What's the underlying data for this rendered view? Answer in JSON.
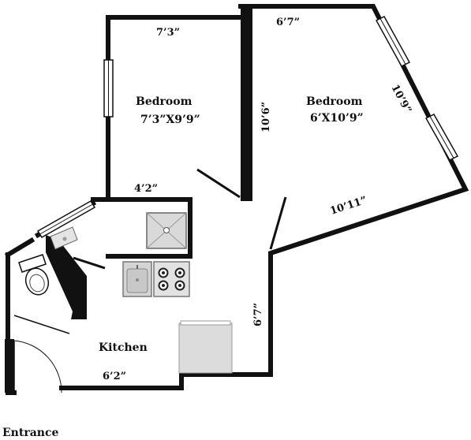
{
  "rooms": {
    "bedroom_left": {
      "name": "Bedroom",
      "size": "7’3”X9’9”"
    },
    "bedroom_right": {
      "name": "Bedroom",
      "size": "6’X10’9”"
    },
    "kitchen": {
      "name": "Kitchen"
    }
  },
  "dimensions": {
    "left_bedroom_top": "7’3”",
    "right_bedroom_top": "6’7”",
    "right_bedroom_left": "10’6”",
    "right_bedroom_diagonal": "10’9”",
    "right_bedroom_bottom": "10’11”",
    "hall_width": "4’2”",
    "kitchen_right": "6’7”",
    "kitchen_bottom": "6’2”"
  },
  "labels": {
    "entrance": "Entrance"
  },
  "colors": {
    "wall": "#111111",
    "fixture_fill": "#d8d8d8",
    "fixture_stroke": "#777777"
  }
}
